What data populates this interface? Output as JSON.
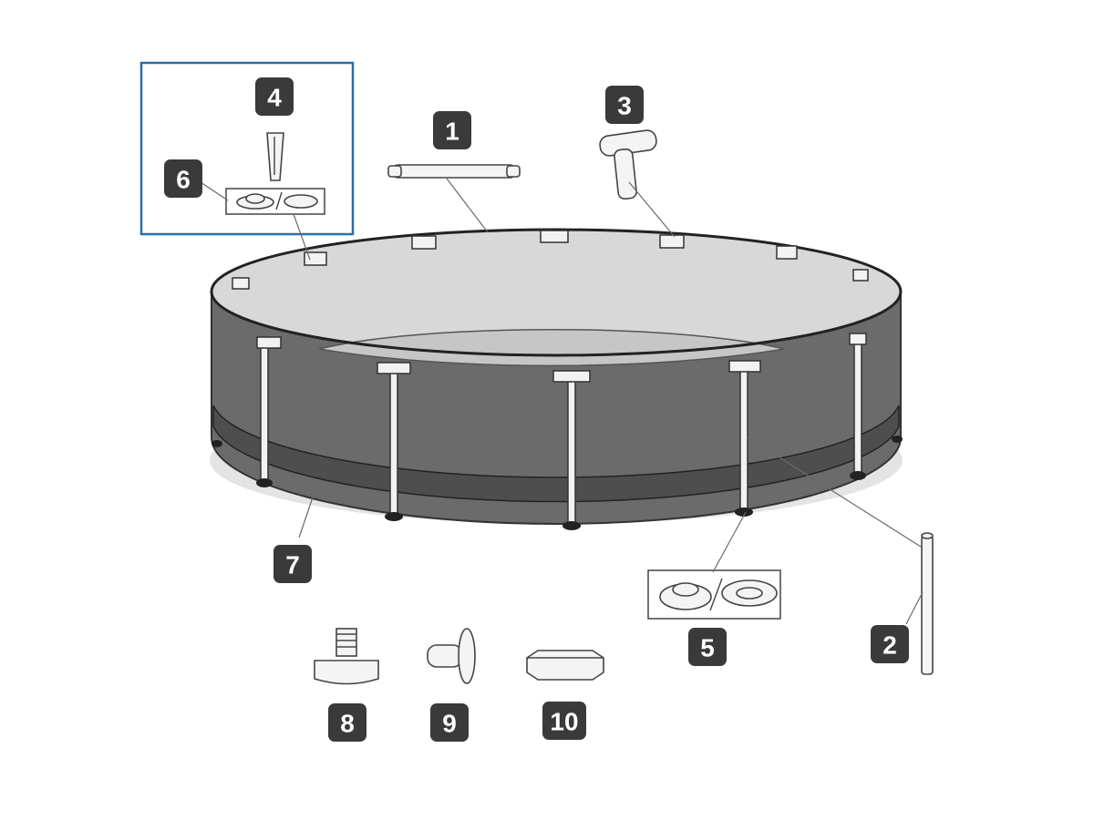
{
  "diagram": {
    "labels": {
      "p1": "1",
      "p2": "2",
      "p3": "3",
      "p4": "4",
      "p5": "5",
      "p6": "6",
      "p7": "7",
      "p8": "8",
      "p9": "9",
      "p10": "10"
    },
    "colors": {
      "inset_border": "#2c6fa6",
      "pool_wall": "#6b6b6b",
      "pool_band": "#4e4e4e",
      "pool_floor": "#d2d2d2",
      "badge": "#3a3a3a"
    }
  }
}
